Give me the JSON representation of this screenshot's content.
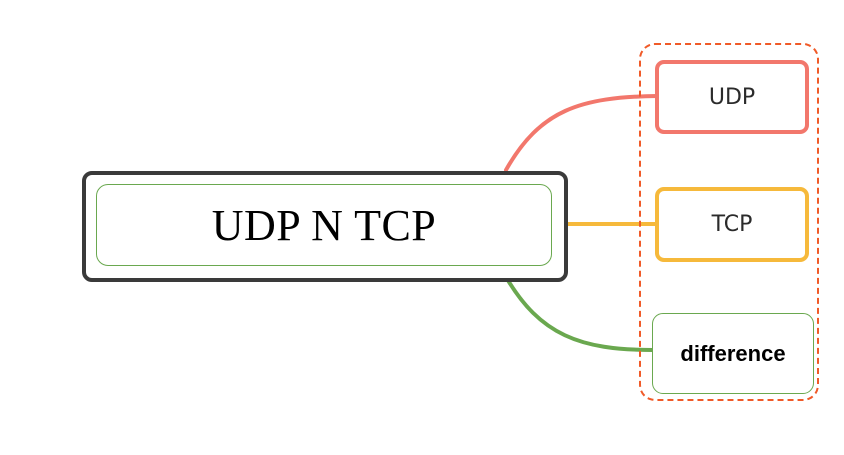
{
  "mindmap": {
    "root": {
      "label": "UDP N TCP"
    },
    "children": [
      {
        "label": "UDP",
        "color": "#f2776c"
      },
      {
        "label": "TCP",
        "color": "#f6b93b"
      },
      {
        "label": "difference",
        "color": "#6aa84f"
      }
    ],
    "group_frame_color": "#f05a28"
  }
}
